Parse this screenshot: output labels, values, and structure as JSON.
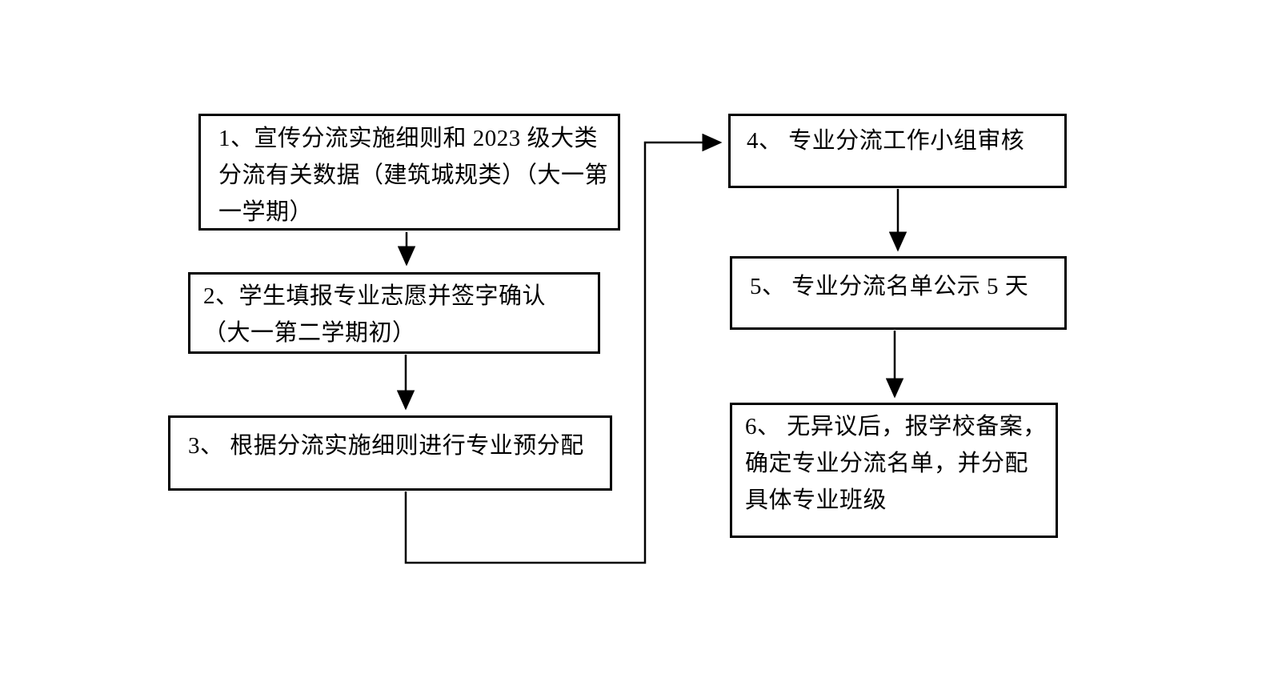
{
  "page": {
    "background_color": "#ffffff",
    "line_color": "#000000",
    "text_color": "#000000"
  },
  "diagram": {
    "type": "flowchart",
    "nodes": [
      {
        "id": "step-1",
        "label": "1、宣传分流实施细则和 2023 级大类分流有关数据（建筑城规类）（大一第一学期）"
      },
      {
        "id": "step-2",
        "label": "2、学生填报专业志愿并签字确认（大一第二学期初）"
      },
      {
        "id": "step-3",
        "label": "3、 根据分流实施细则进行专业预分配"
      },
      {
        "id": "step-4",
        "label": "4、 专业分流工作小组审核"
      },
      {
        "id": "step-5",
        "label": "5、 专业分流名单公示 5 天"
      },
      {
        "id": "step-6",
        "label": "6、 无异议后，报学校备案，确定专业分流名单，并分配具体专业班级"
      }
    ],
    "edges": [
      {
        "from": "step-1",
        "to": "step-2",
        "style": "straight-down"
      },
      {
        "from": "step-2",
        "to": "step-3",
        "style": "straight-down"
      },
      {
        "from": "step-3",
        "to": "step-4",
        "style": "down-right-up-elbow"
      },
      {
        "from": "step-4",
        "to": "step-5",
        "style": "straight-down"
      },
      {
        "from": "step-5",
        "to": "step-6",
        "style": "straight-down"
      }
    ]
  }
}
